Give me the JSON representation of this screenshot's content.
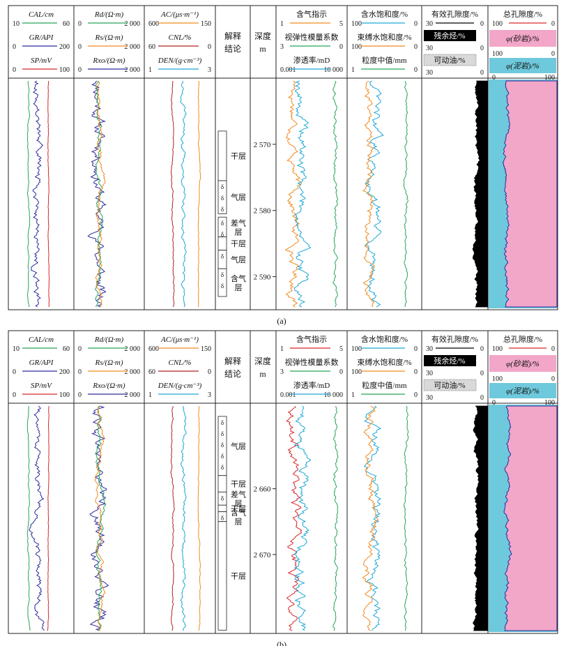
{
  "panels": [
    {
      "caption": "(a)",
      "interp_title": "解释结论",
      "depth_title": "深度/m",
      "depth_ticks": [
        "2 570",
        "2 580",
        "2 590"
      ],
      "depth_range": [
        2560,
        2595
      ],
      "track1": [
        {
          "label": "CAL/cm",
          "min": "10",
          "max": "60",
          "color": "#27a35a"
        },
        {
          "label": "GR/API",
          "min": "0",
          "max": "200",
          "color": "#2b2b9c"
        },
        {
          "label": "SP/mV",
          "min": "0",
          "max": "100",
          "color": "#d62728"
        }
      ],
      "track2": [
        {
          "label": "Rd/(Ω·m)",
          "min": "0",
          "max": "2 000",
          "color": "#27a35a"
        },
        {
          "label": "Rs/(Ω·m)",
          "min": "0",
          "max": "2 000",
          "color": "#f08a1c"
        },
        {
          "label": "Rxo/(Ω·m)",
          "min": "0",
          "max": "2 000",
          "color": "#2b2b9c"
        }
      ],
      "track3": [
        {
          "label": "AC/(μs·m⁻¹)",
          "min": "600",
          "max": "150",
          "color": "#f08a1c"
        },
        {
          "label": "CNL/%",
          "min": "60",
          "max": "0",
          "color": "#b22222"
        },
        {
          "label": "DEN/(g·cm⁻³)",
          "min": "1",
          "max": "3",
          "color": "#1ea7d6"
        }
      ],
      "track5": [
        {
          "label": "含气指示",
          "min": "1",
          "max": "5",
          "color": "#f08a1c"
        },
        {
          "label": "视弹性模量系数",
          "min": "3",
          "max": "0",
          "color": "#27a35a"
        },
        {
          "label": "渗透率/mD",
          "min": "0.001",
          "max": "10 000",
          "color": "#1ea7d6"
        }
      ],
      "track6": [
        {
          "label": "含水饱和度/%",
          "min": "100",
          "max": "0",
          "color": "#1ea7d6"
        },
        {
          "label": "束缚水饱和度/%",
          "min": "100",
          "max": "0",
          "color": "#f08a1c"
        },
        {
          "label": "粒度中值/mm",
          "min": "1",
          "max": "0",
          "color": "#27a35a"
        }
      ],
      "track7": [
        {
          "label": "有效孔隙度/%",
          "min": "30",
          "max": "0"
        },
        {
          "label": "残余烃/%",
          "min": "30",
          "max": "0"
        },
        {
          "label": "可动油/%",
          "min": "30",
          "max": "0"
        }
      ],
      "track8": [
        {
          "label": "总孔隙度/%",
          "min": "100",
          "max": "0"
        },
        {
          "label": "φ(砂岩)/%",
          "min": "100",
          "max": "0"
        },
        {
          "label": "φ(泥岩)/%",
          "min": "0",
          "max": "100"
        }
      ],
      "zones": [
        {
          "text": "干层"
        },
        {
          "text": "气层"
        },
        {
          "text": "差气层"
        },
        {
          "text": "干层"
        },
        {
          "text": "气层"
        },
        {
          "text": "含气层"
        }
      ]
    },
    {
      "caption": "(b)",
      "interp_title": "解释结论",
      "depth_title": "深度/m",
      "depth_ticks": [
        "2 660",
        "2 670"
      ],
      "depth_range": [
        2647,
        2682
      ],
      "track1": [
        {
          "label": "CAL/cm",
          "min": "10",
          "max": "60",
          "color": "#27a35a"
        },
        {
          "label": "GR/API",
          "min": "0",
          "max": "200",
          "color": "#2b2b9c"
        },
        {
          "label": "SP/mV",
          "min": "0",
          "max": "100",
          "color": "#d62728"
        }
      ],
      "track2": [
        {
          "label": "Rd/(Ω·m)",
          "min": "0",
          "max": "2 000",
          "color": "#27a35a"
        },
        {
          "label": "Rs/(Ω·m)",
          "min": "0",
          "max": "2 000",
          "color": "#f08a1c"
        },
        {
          "label": "Rxo/(Ω·m)",
          "min": "0",
          "max": "2 000",
          "color": "#2b2b9c"
        }
      ],
      "track3": [
        {
          "label": "AC/(μs·m⁻¹)",
          "min": "600",
          "max": "150",
          "color": "#f08a1c"
        },
        {
          "label": "CNL/%",
          "min": "60",
          "max": "0",
          "color": "#b22222"
        },
        {
          "label": "DEN/(g·cm⁻³)",
          "min": "1",
          "max": "3",
          "color": "#1ea7d6"
        }
      ],
      "track5": [
        {
          "label": "含气指示",
          "min": "1",
          "max": "5",
          "color": "#d62728"
        },
        {
          "label": "视弹性模量系数",
          "min": "3",
          "max": "0",
          "color": "#27a35a"
        },
        {
          "label": "渗透率/mD",
          "min": "0.001",
          "max": "10 000",
          "color": "#1ea7d6"
        }
      ],
      "track6": [
        {
          "label": "含水饱和度/%",
          "min": "100",
          "max": "0",
          "color": "#1ea7d6"
        },
        {
          "label": "束缚水饱和度/%",
          "min": "100",
          "max": "0",
          "color": "#f08a1c"
        },
        {
          "label": "粒度中值/mm",
          "min": "1",
          "max": "0",
          "color": "#27a35a"
        }
      ],
      "track7": [
        {
          "label": "有效孔隙度/%",
          "min": "30",
          "max": "0"
        },
        {
          "label": "残余烃/%",
          "min": "30",
          "max": "0"
        },
        {
          "label": "可动油/%",
          "min": "30",
          "max": "0"
        }
      ],
      "track8": [
        {
          "label": "总孔隙度/%",
          "min": "100",
          "max": "0"
        },
        {
          "label": "φ(砂岩)/%",
          "min": "100",
          "max": "0"
        },
        {
          "label": "φ(泥岩)/%",
          "min": "0",
          "max": "100"
        }
      ],
      "zones": [
        {
          "text": "气层"
        },
        {
          "text": "干层"
        },
        {
          "text": "差气层"
        },
        {
          "text": "干层"
        },
        {
          "text": "含气层"
        },
        {
          "text": "干层"
        }
      ]
    }
  ],
  "colors": {
    "sand_fill": "#f2a6c8",
    "shale_fill": "#6fc9dc",
    "hc_fill": "#000000"
  },
  "chart_data": {
    "type": "line",
    "description_units": "well log tracks vs depth (m)",
    "panels": [
      {
        "id": "a",
        "depth_range": [
          2560,
          2595
        ],
        "depth_ticks": [
          2570,
          2580,
          2590
        ],
        "zones": [
          {
            "label": "干层",
            "top": 2568.0,
            "bottom": 2575.5
          },
          {
            "label": "气层",
            "top": 2575.5,
            "bottom": 2580.5
          },
          {
            "label": "差气层",
            "top": 2581.0,
            "bottom": 2584.0
          },
          {
            "label": "干层",
            "top": 2584.0,
            "bottom": 2586.0
          },
          {
            "label": "气层",
            "top": 2586.0,
            "bottom": 2588.8
          },
          {
            "label": "含气层",
            "top": 2588.8,
            "bottom": 2593.0
          }
        ]
      },
      {
        "id": "b",
        "depth_range": [
          2647,
          2682
        ],
        "depth_ticks": [
          2660,
          2670
        ],
        "zones": [
          {
            "label": "气层",
            "top": 2649.0,
            "bottom": 2658.0
          },
          {
            "label": "干层",
            "top": 2658.0,
            "bottom": 2660.5
          },
          {
            "label": "差气层",
            "top": 2660.5,
            "bottom": 2662.5
          },
          {
            "label": "干层",
            "top": 2662.5,
            "bottom": 2663.5
          },
          {
            "label": "含气层",
            "top": 2663.5,
            "bottom": 2665.0
          },
          {
            "label": "干层",
            "top": 2665.0,
            "bottom": 2681.5
          }
        ]
      }
    ]
  }
}
